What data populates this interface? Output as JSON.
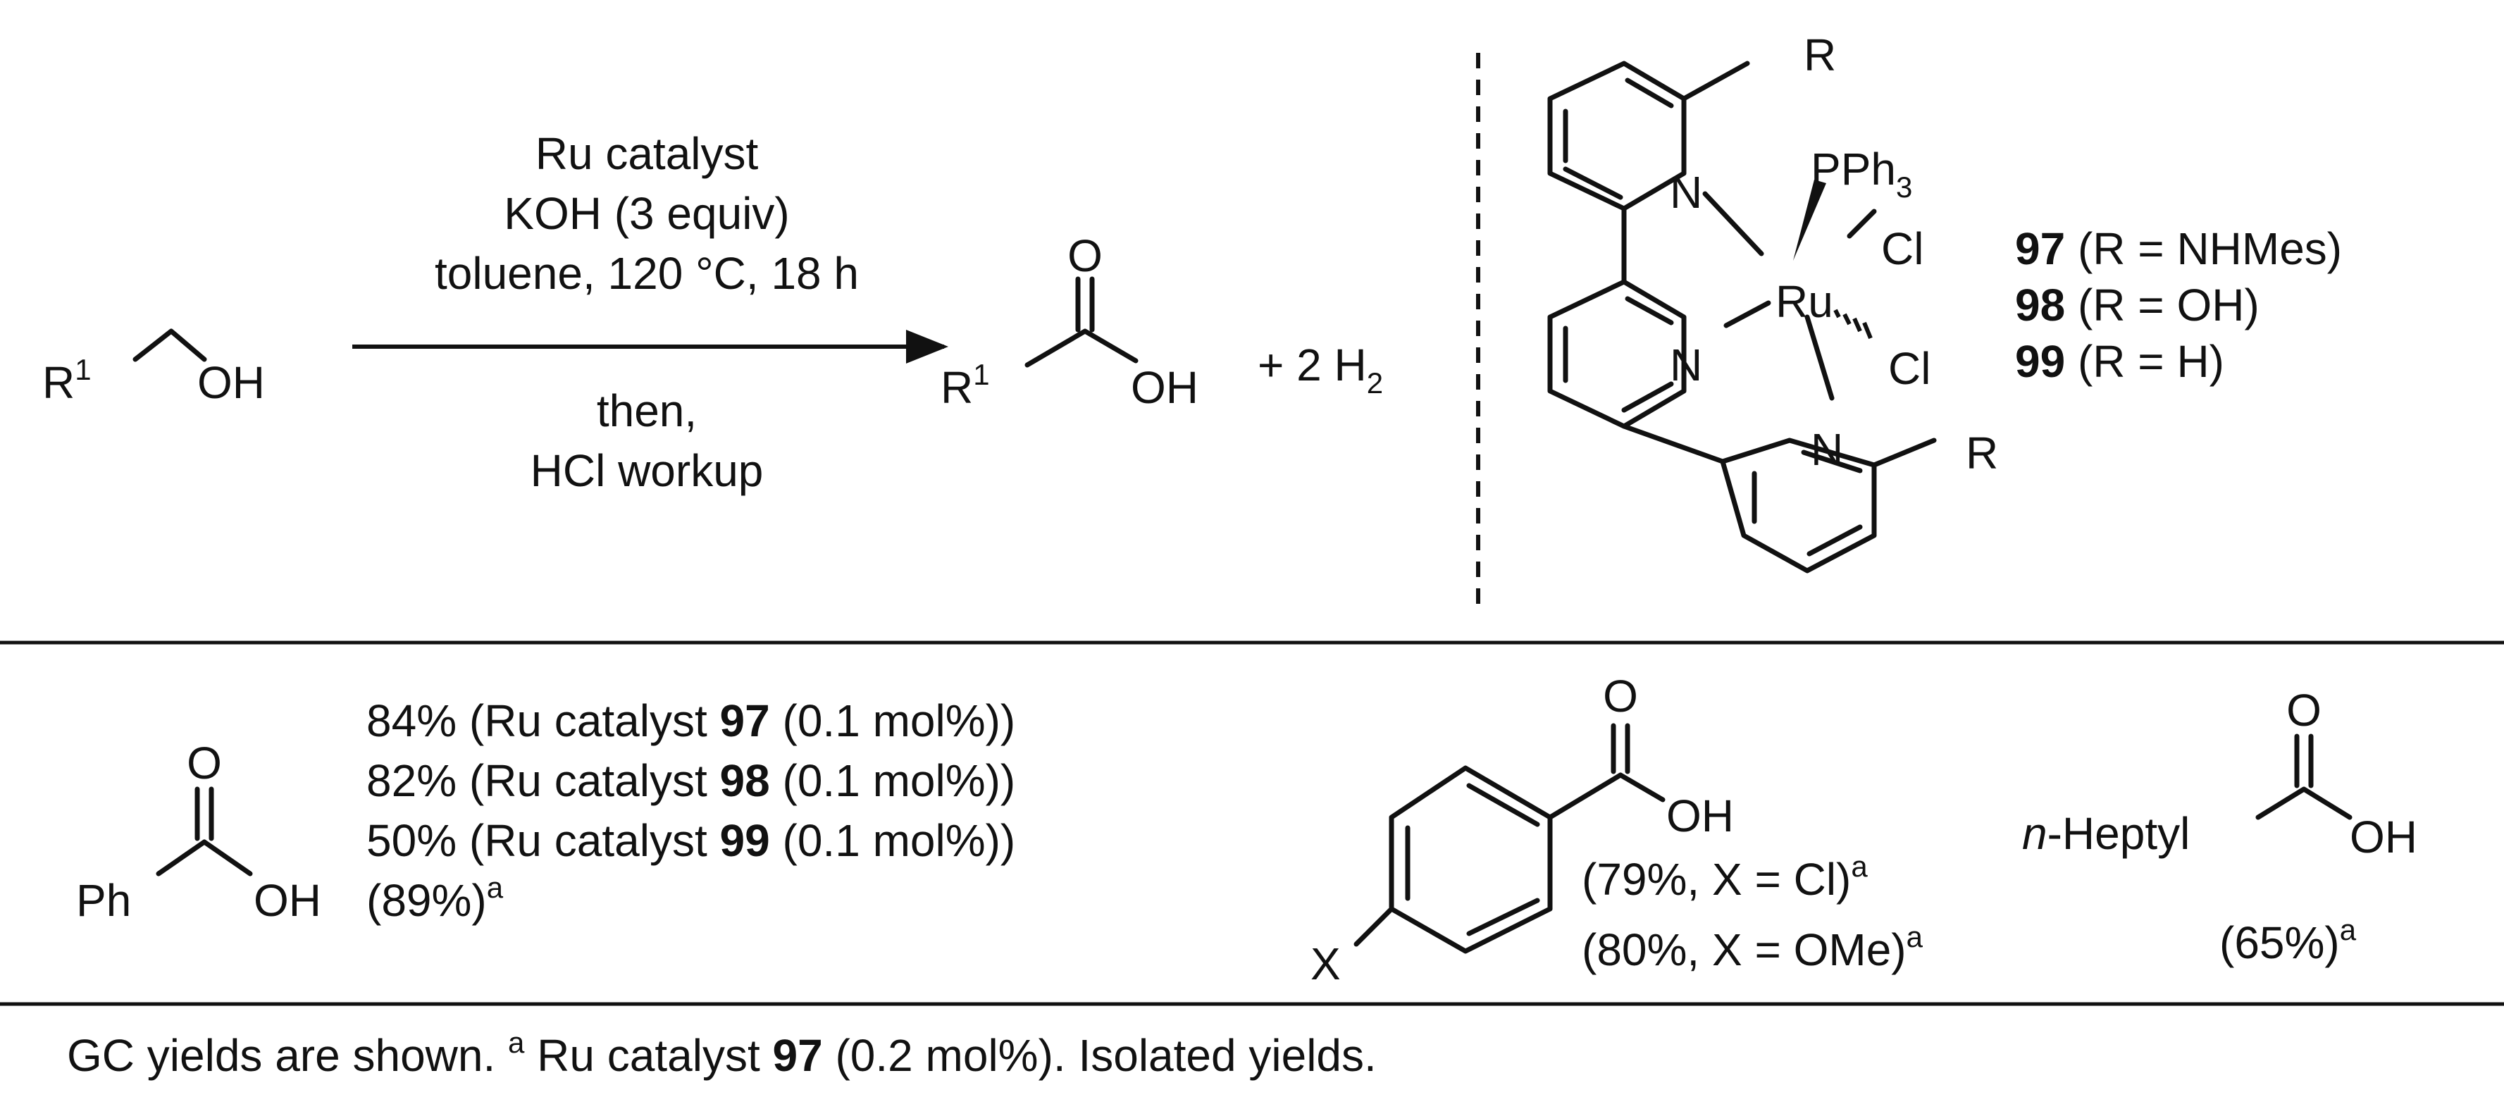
{
  "reaction": {
    "substrate": {
      "r": "R",
      "r_sup": "1",
      "oh": "OH"
    },
    "conditions_above": [
      "Ru catalyst",
      "KOH (3 equiv)",
      "toluene, 120 °C, 18 h"
    ],
    "conditions_below": [
      "then,",
      "HCl workup"
    ],
    "product": {
      "o": "O",
      "r": "R",
      "r_sup": "1",
      "oh": "OH"
    },
    "byproduct": {
      "prefix": "+ 2 H",
      "sub": "2"
    }
  },
  "catalyst": {
    "atoms": {
      "ru": "Ru",
      "n_top": "N",
      "n_mid": "N",
      "n_bot": "N",
      "pph": "PPh",
      "pph_sub": "3",
      "cl1": "Cl",
      "cl2": "Cl",
      "r_top": "R",
      "r_bot": "R"
    },
    "variants": [
      {
        "num": "97",
        "desc": "(R = NHMes)"
      },
      {
        "num": "98",
        "desc": "(R = OH)"
      },
      {
        "num": "99",
        "desc": "(R = H)"
      }
    ]
  },
  "examples": {
    "benzoic": {
      "o": "O",
      "ph": "Ph",
      "oh": "OH",
      "yields": [
        {
          "pre": "84% (Ru catalyst ",
          "num": "97",
          "post": " (0.1 mol%))"
        },
        {
          "pre": "82% (Ru catalyst ",
          "num": "98",
          "post": " (0.1 mol%))"
        },
        {
          "pre": "50% (Ru catalyst ",
          "num": "99",
          "post": " (0.1 mol%))"
        }
      ],
      "iso_text": "(89%)",
      "iso_sup": "a"
    },
    "para": {
      "o": "O",
      "oh": "OH",
      "x": "X",
      "lines": [
        {
          "text": "(79%, X = Cl)",
          "sup": "a"
        },
        {
          "text": "(80%, X = OMe)",
          "sup": "a"
        }
      ]
    },
    "heptyl": {
      "n": "n",
      "label": "-Heptyl",
      "o": "O",
      "oh": "OH",
      "yield_text": "(65%)",
      "yield_sup": "a"
    }
  },
  "footnote": {
    "part1": "GC yields are shown. ",
    "sup": "a",
    "part2": " Ru catalyst ",
    "num": "97",
    "part3": " (0.2 mol%). Isolated yields."
  }
}
